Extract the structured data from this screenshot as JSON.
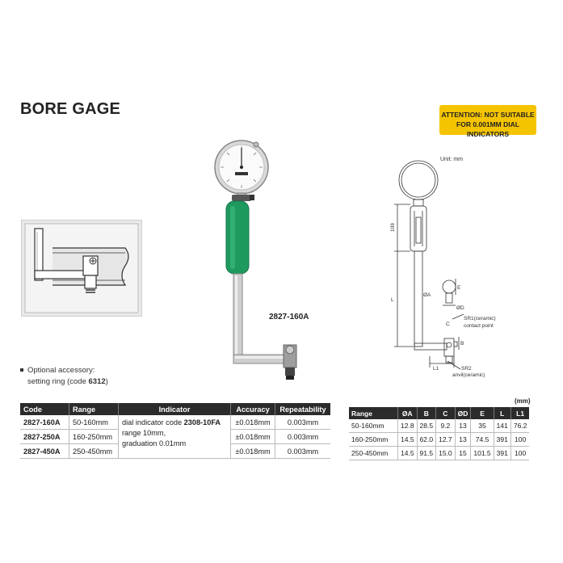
{
  "title": "BORE GAGE",
  "attention": {
    "line1": "ATTENTION: NOT SUITABLE",
    "line2": "FOR 0.001MM DIAL INDICATORS"
  },
  "accessory": {
    "line1": "Optional accessory:",
    "line2_prefix": "setting ring (code ",
    "line2_code": "6312",
    "line2_suffix": ")"
  },
  "model_label": "2827-160A",
  "diagram": {
    "unit": "Unit: mm",
    "labels": {
      "h109": "109",
      "L": "L",
      "A": "ØA",
      "E": "E",
      "D": "ØD",
      "sr1a": "SR1(ceramic)",
      "sr1b": "contact point",
      "C": "C",
      "B": "B",
      "L1": "L1",
      "sr2a": "SR2",
      "sr2b": "anvil(ceramic)"
    }
  },
  "spec_table": {
    "headers": [
      "Code",
      "Range",
      "Indicator",
      "Accuracy",
      "Repeatability"
    ],
    "rows": [
      {
        "code": "2827-160A",
        "range": "50-160mm",
        "accuracy": "±0.018mm",
        "repeatability": "0.003mm"
      },
      {
        "code": "2827-250A",
        "range": "160-250mm",
        "accuracy": "±0.018mm",
        "repeatability": "0.003mm"
      },
      {
        "code": "2827-450A",
        "range": "250-450mm",
        "accuracy": "±0.018mm",
        "repeatability": "0.003mm"
      }
    ],
    "indicator": {
      "l1_prefix": "dial indicator code ",
      "l1_code": "2308-10FA",
      "l2": "range 10mm,",
      "l3": "graduation 0.01mm"
    }
  },
  "dim_table": {
    "unit": "(mm)",
    "headers": [
      "Range",
      "ØA",
      "B",
      "C",
      "ØD",
      "E",
      "L",
      "L1"
    ],
    "rows": [
      [
        "50-160mm",
        "12.8",
        "28.5",
        "9.2",
        "13",
        "35",
        "141",
        "76.2"
      ],
      [
        "160-250mm",
        "14.5",
        "62.0",
        "12.7",
        "13",
        "74.5",
        "391",
        "100"
      ],
      [
        "250-450mm",
        "14.5",
        "91.5",
        "15.0",
        "15",
        "101.5",
        "391",
        "100"
      ]
    ]
  },
  "colors": {
    "attention_bg": "#f5c400",
    "grip_green": "#1f9a5e",
    "header_bg": "#2b2b2b"
  }
}
